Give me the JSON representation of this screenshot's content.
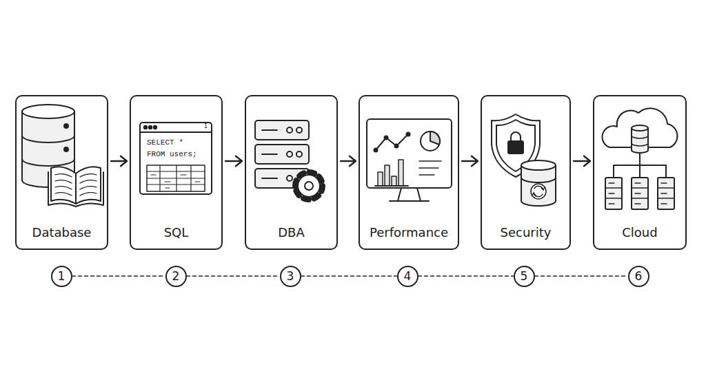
{
  "diagram": {
    "nodes": [
      {
        "text": [
          "Database"
        ]
      },
      {
        "text": [
          "SQL"
        ]
      },
      {
        "text": [
          "DBA"
        ]
      },
      {
        "text": [
          "Performance"
        ]
      },
      {
        "text": [
          "Security"
        ]
      },
      {
        "text": [
          "Cloud"
        ]
      },
      {
        "text": [
          "1"
        ]
      },
      {
        "text": [
          "2"
        ]
      },
      {
        "text": [
          "3"
        ]
      },
      {
        "text": [
          "4"
        ]
      },
      {
        "text": [
          "5"
        ]
      },
      {
        "text": [
          "6"
        ]
      }
    ],
    "edges": [
      {
        "from": 0,
        "to": 1,
        "arrow": "to"
      },
      {
        "from": 1,
        "to": 2,
        "arrow": "to"
      },
      {
        "from": 2,
        "to": 3,
        "arrow": "to"
      },
      {
        "from": 3,
        "to": 4,
        "arrow": "to"
      },
      {
        "from": 4,
        "to": 5,
        "arrow": "to"
      },
      {
        "from": 6,
        "to": 7,
        "arrow": "none"
      },
      {
        "from": 7,
        "to": 8,
        "arrow": "none"
      },
      {
        "from": 8,
        "to": 9,
        "arrow": "none"
      },
      {
        "from": 9,
        "to": 10,
        "arrow": "none"
      },
      {
        "from": 10,
        "to": 11,
        "arrow": "none"
      }
    ],
    "labels": [
      "1",
      "SELECT *",
      "FROM users;"
    ]
  }
}
